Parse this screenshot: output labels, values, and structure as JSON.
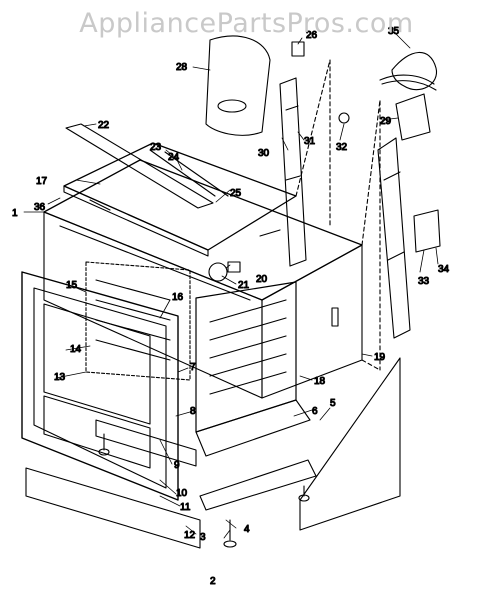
{
  "watermark": "AppliancePartsPros.com",
  "callouts": [
    "1",
    "2",
    "3",
    "4",
    "5",
    "6",
    "7",
    "8",
    "9",
    "10",
    "11",
    "12",
    "13",
    "14",
    "15",
    "16",
    "17",
    "18",
    "19",
    "20",
    "21",
    "22",
    "23",
    "24",
    "25",
    "26",
    "28",
    "29",
    "30",
    "31",
    "32",
    "33",
    "34",
    "35",
    "36"
  ]
}
